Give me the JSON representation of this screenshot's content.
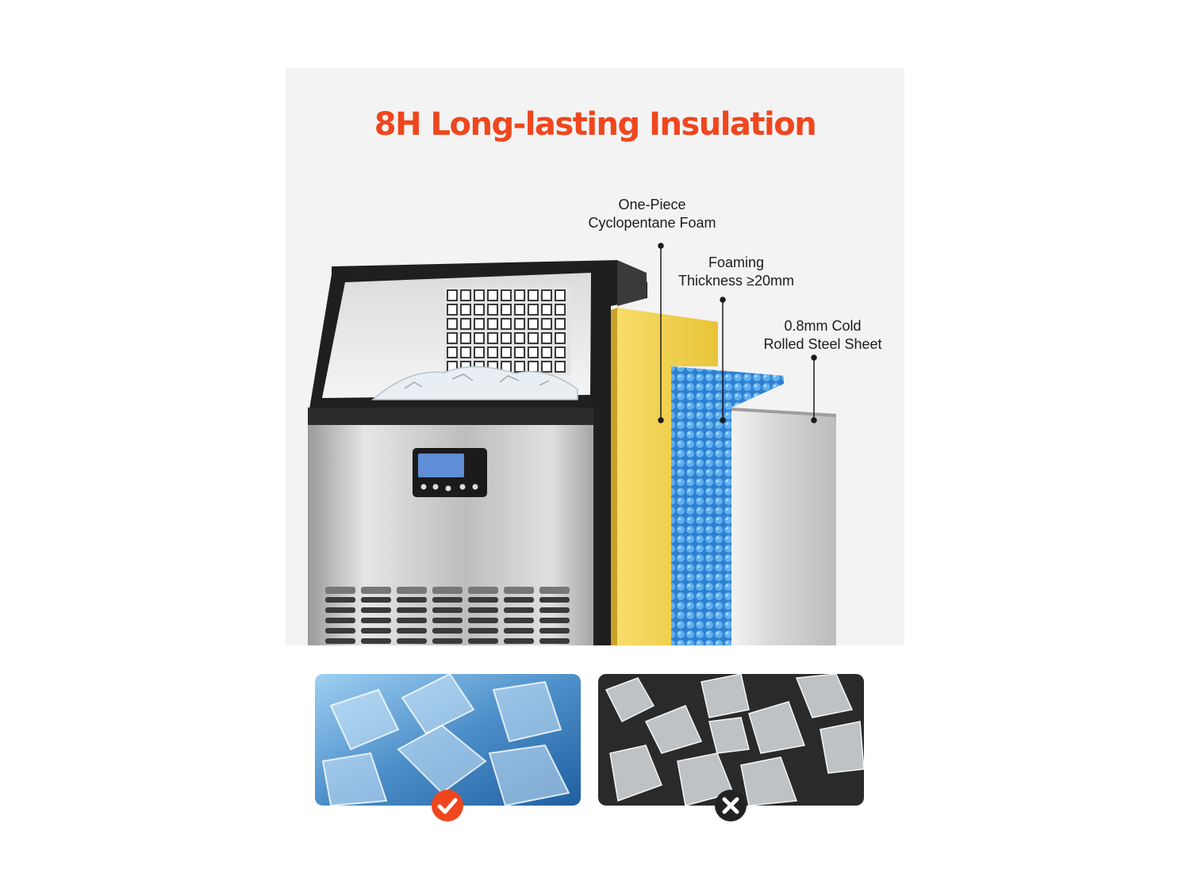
{
  "headline": {
    "text": "8H Long-lasting Insulation",
    "color": "#f0461e"
  },
  "callouts": {
    "foam": {
      "line1": "One-Piece",
      "line2": "Cyclopentane Foam"
    },
    "thickness": {
      "line1": "Foaming",
      "line2": "Thickness ≥20mm"
    },
    "steel": {
      "line1": "0.8mm Cold",
      "line2": "Rolled Steel Sheet"
    }
  },
  "comparison": [
    {
      "subject": "clear ice cubes",
      "status": "recommended",
      "badge_icon": "checkmark-icon",
      "badge_color": "#f0461e"
    },
    {
      "subject": "crushed cloudy ice",
      "status": "not recommended",
      "badge_icon": "cross-icon",
      "badge_color": "#222222"
    }
  ],
  "colors": {
    "foam_layer": "#f3d24a",
    "foaming_layer": "#3f93da",
    "steel_layer": "#cfcfcf"
  }
}
